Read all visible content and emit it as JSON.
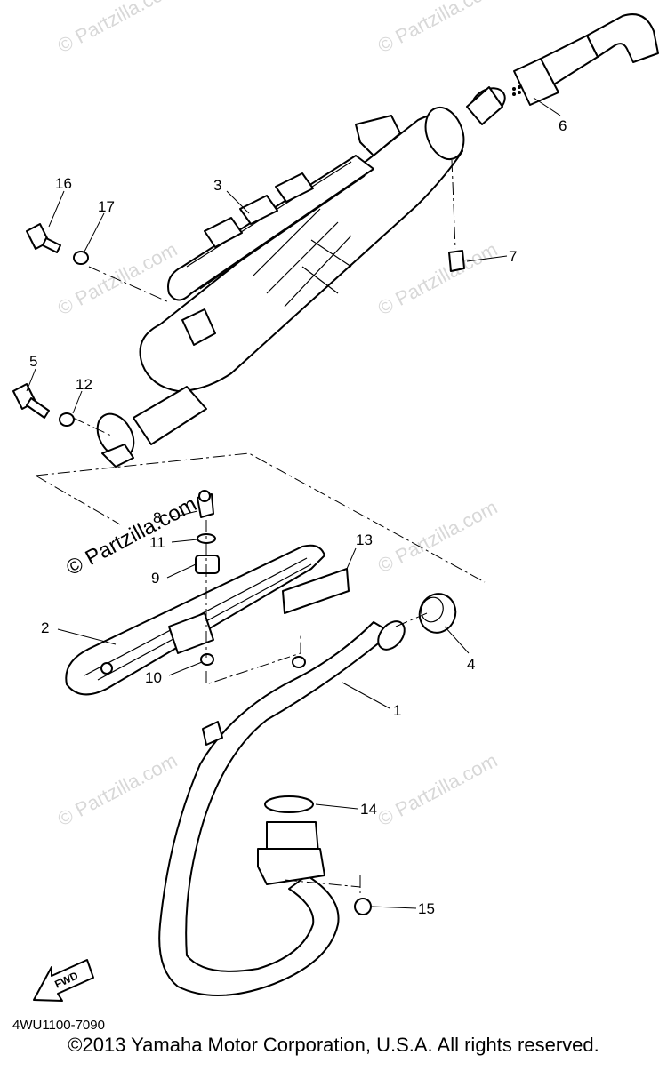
{
  "watermark": "© Partzilla.com",
  "watermark_small": "© Partzilla.com",
  "callouts": {
    "c1": "1",
    "c2": "2",
    "c3": "3",
    "c4": "4",
    "c5": "5",
    "c6": "6",
    "c7": "7",
    "c8": "8",
    "c9": "9",
    "c10": "10",
    "c11": "11",
    "c12": "12",
    "c13": "13",
    "c14": "14",
    "c15": "15",
    "c16": "16",
    "c17": "17"
  },
  "fwd_label": "FWD",
  "diagram_code": "4WU1100-7090",
  "copyright": "©2013 Yamaha Motor Corporation, U.S.A. All rights reserved."
}
